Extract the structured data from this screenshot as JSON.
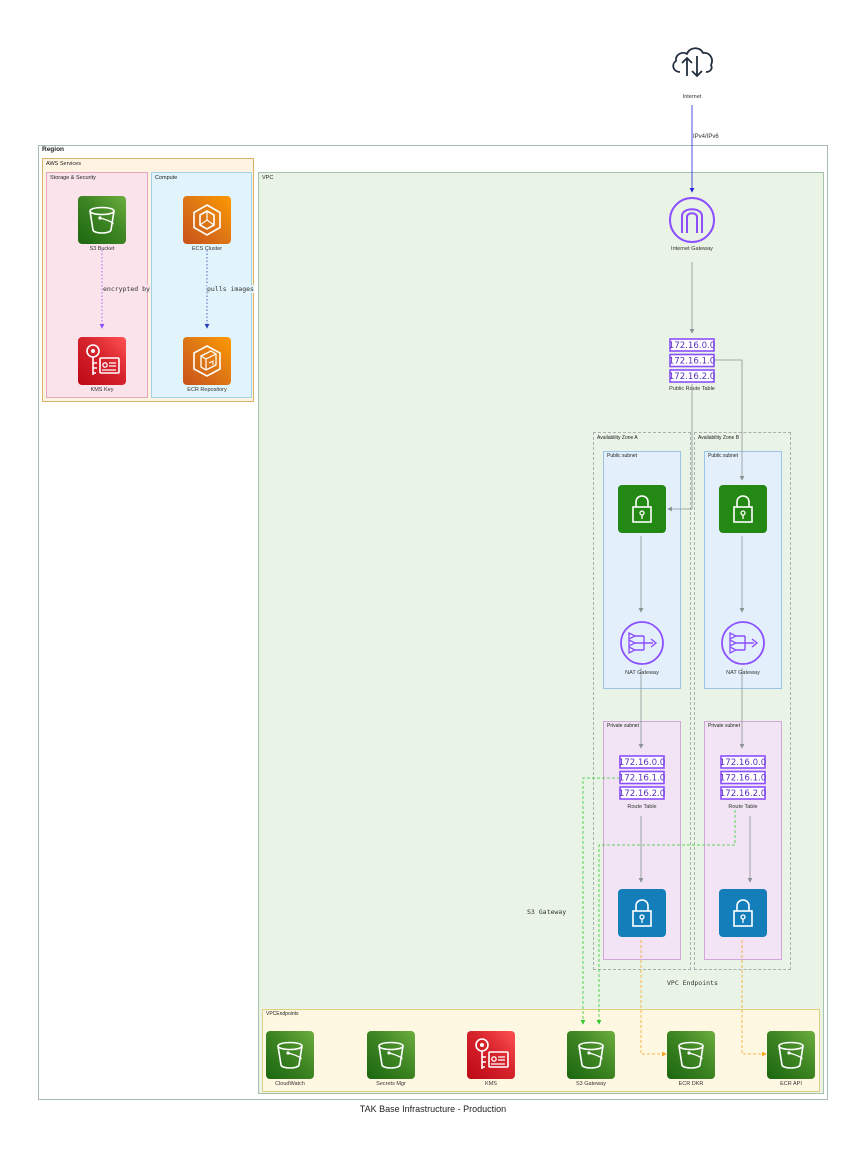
{
  "diagram_title": "TAK Base Infrastructure - Production",
  "groups": {
    "region": "Region",
    "aws_services": "AWS Services",
    "storage_security": "Storage & Security",
    "compute": "Compute",
    "vpc": "VPC",
    "az_a": "Availability Zone A",
    "az_b": "Availability Zone B",
    "public_subnet_a": "Public subnet",
    "public_subnet_b": "Public subnet",
    "private_subnet_a": "Private subnet",
    "private_subnet_b": "Private subnet",
    "vpc_endpoints": "VPCEndpoints"
  },
  "nodes": {
    "internet": "Internet",
    "internet_gateway": "Internet Gateway",
    "public_route_table": "Public Route Table",
    "s3_bucket": "S3 Bucket",
    "kms_key": "KMS Key",
    "ecs_cluster": "ECS Cluster",
    "ecr_repository": "ECR Repository",
    "nat_gateway_a": "NAT Gateway",
    "nat_gateway_b": "NAT Gateway",
    "route_table_a": "Route Table",
    "route_table_b": "Route Table",
    "ep_cloudwatch": "CloudWatch",
    "ep_secrets": "Secrets Mgr",
    "ep_kms": "KMS",
    "ep_s3": "S3 Gateway",
    "ep_ecr_dkr": "ECR DKR",
    "ep_ecr_api": "ECR API"
  },
  "route_entries": [
    "172.16.0.0",
    "172.16.1.0",
    "172.16.2.0"
  ],
  "edges": {
    "ipv4_ipv6": "IPv4/IPv6",
    "encrypted_by": "encrypted by",
    "pulls_images": "pulls images",
    "s3_gateway": "S3 Gateway",
    "vpc_endpoints": "VPC Endpoints"
  },
  "colors": {
    "region_border": "#aab7b8",
    "aws_services_fill": "#fff4e1",
    "storage_fill": "#fbe3ec",
    "compute_fill": "#e1f4fb",
    "vpc_fill": "#e9f3e6",
    "public_subnet_fill": "#e3f0fb",
    "private_subnet_fill": "#f2e4f4",
    "endpoints_fill": "#fef8e3",
    "vpc_purple": "#8c4fff",
    "edge_gray": "#8a9494",
    "edge_blue": "#2222dd",
    "edge_purple": "#8c4fff",
    "edge_green": "#33cc33",
    "edge_orange": "#f5a623"
  },
  "icons": {
    "internet": "cloud-upload-download-icon",
    "internet_gateway": "internet-gateway-icon",
    "route_table": "route-table-icon",
    "s3": "s3-bucket-icon",
    "kms": "kms-key-icon",
    "ecs": "ecs-cluster-icon",
    "ecr": "ecr-repository-icon",
    "subnet": "padlock-icon",
    "nat": "nat-gateway-icon"
  }
}
